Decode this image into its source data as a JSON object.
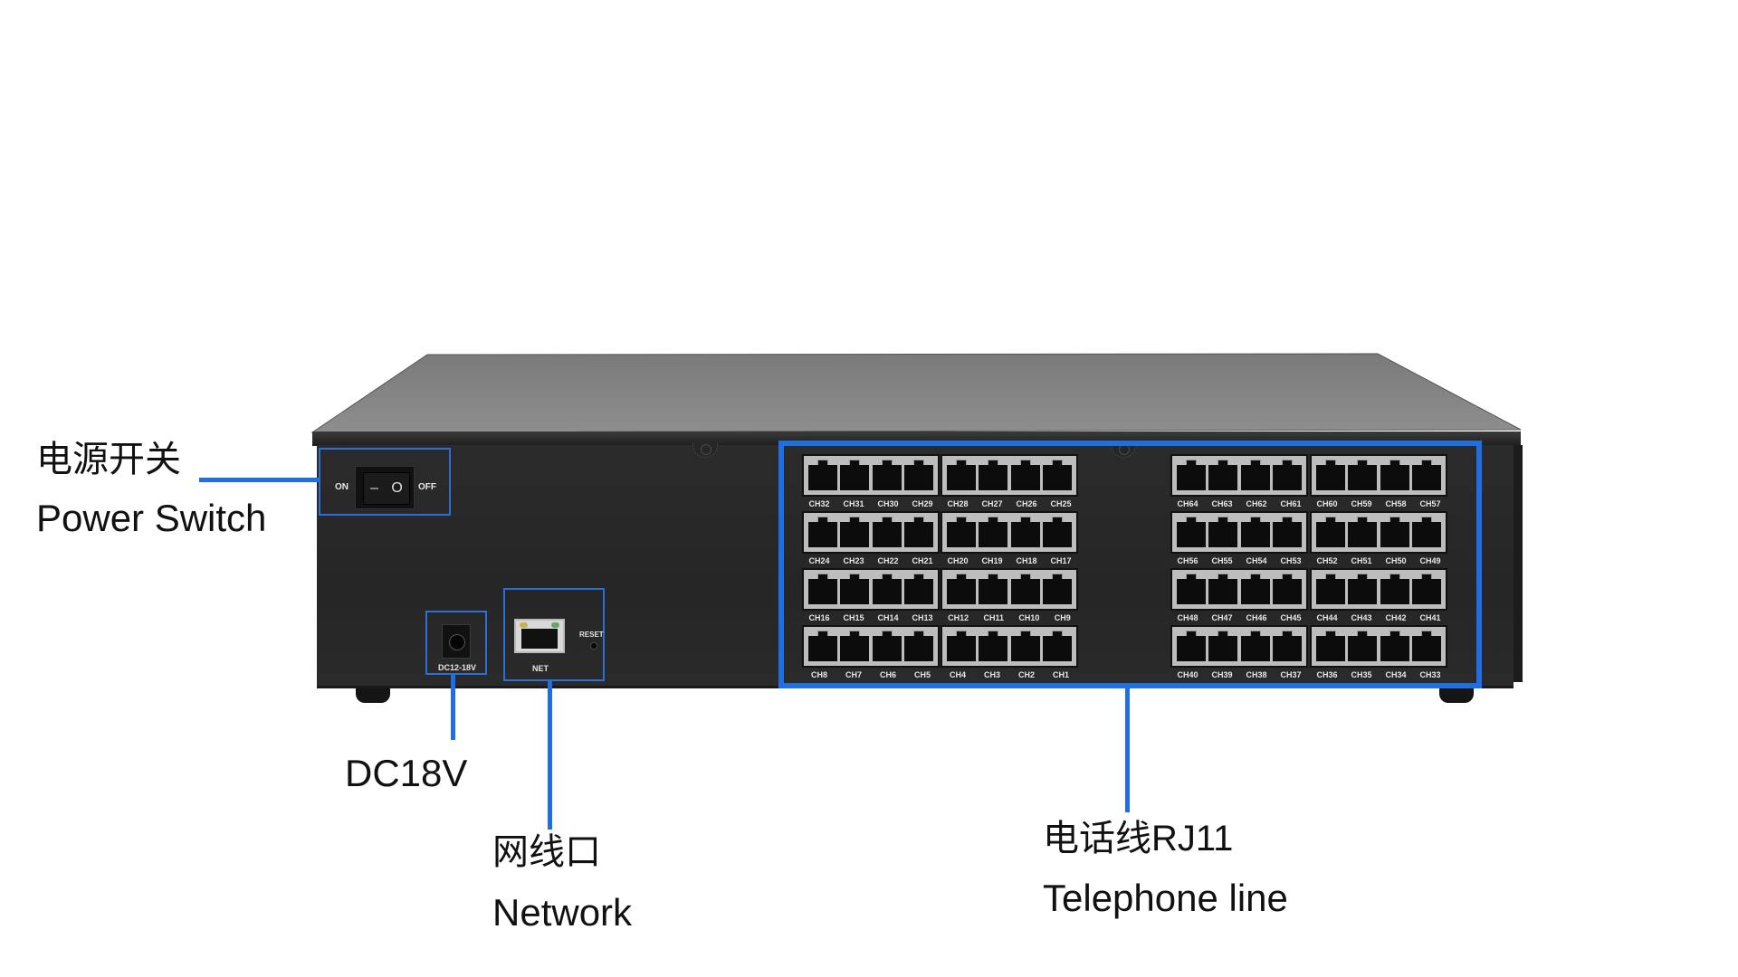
{
  "device": {
    "switch": {
      "on_label": "ON",
      "off_label": "OFF",
      "rocker_off": "–",
      "rocker_on": "O"
    },
    "dc_label": "DC12-18V",
    "net_label": "NET",
    "reset_label": "RESET",
    "port_groups": [
      {
        "rows": [
          [
            "CH32",
            "CH31",
            "CH30",
            "CH29",
            "CH28",
            "CH27",
            "CH26",
            "CH25"
          ],
          [
            "CH24",
            "CH23",
            "CH22",
            "CH21",
            "CH20",
            "CH19",
            "CH18",
            "CH17"
          ],
          [
            "CH16",
            "CH15",
            "CH14",
            "CH13",
            "CH12",
            "CH11",
            "CH10",
            "CH9"
          ],
          [
            "CH8",
            "CH7",
            "CH6",
            "CH5",
            "CH4",
            "CH3",
            "CH2",
            "CH1"
          ]
        ]
      },
      {
        "rows": [
          [
            "CH64",
            "CH63",
            "CH62",
            "CH61",
            "CH60",
            "CH59",
            "CH58",
            "CH57"
          ],
          [
            "CH56",
            "CH55",
            "CH54",
            "CH53",
            "CH52",
            "CH51",
            "CH50",
            "CH49"
          ],
          [
            "CH48",
            "CH47",
            "CH46",
            "CH45",
            "CH44",
            "CH43",
            "CH42",
            "CH41"
          ],
          [
            "CH40",
            "CH39",
            "CH38",
            "CH37",
            "CH36",
            "CH35",
            "CH34",
            "CH33"
          ]
        ]
      }
    ]
  },
  "callouts": {
    "power": {
      "zh": "电源开关",
      "en": "Power Switch"
    },
    "dc": {
      "en": "DC18V"
    },
    "network": {
      "zh": "网线口",
      "en": "Network"
    },
    "telephone": {
      "zh": "电话线RJ11",
      "en": "Telephone line"
    }
  },
  "colors": {
    "accent": "#1f6fe0",
    "chassis": "#282829",
    "top": "#8a8a8a"
  }
}
